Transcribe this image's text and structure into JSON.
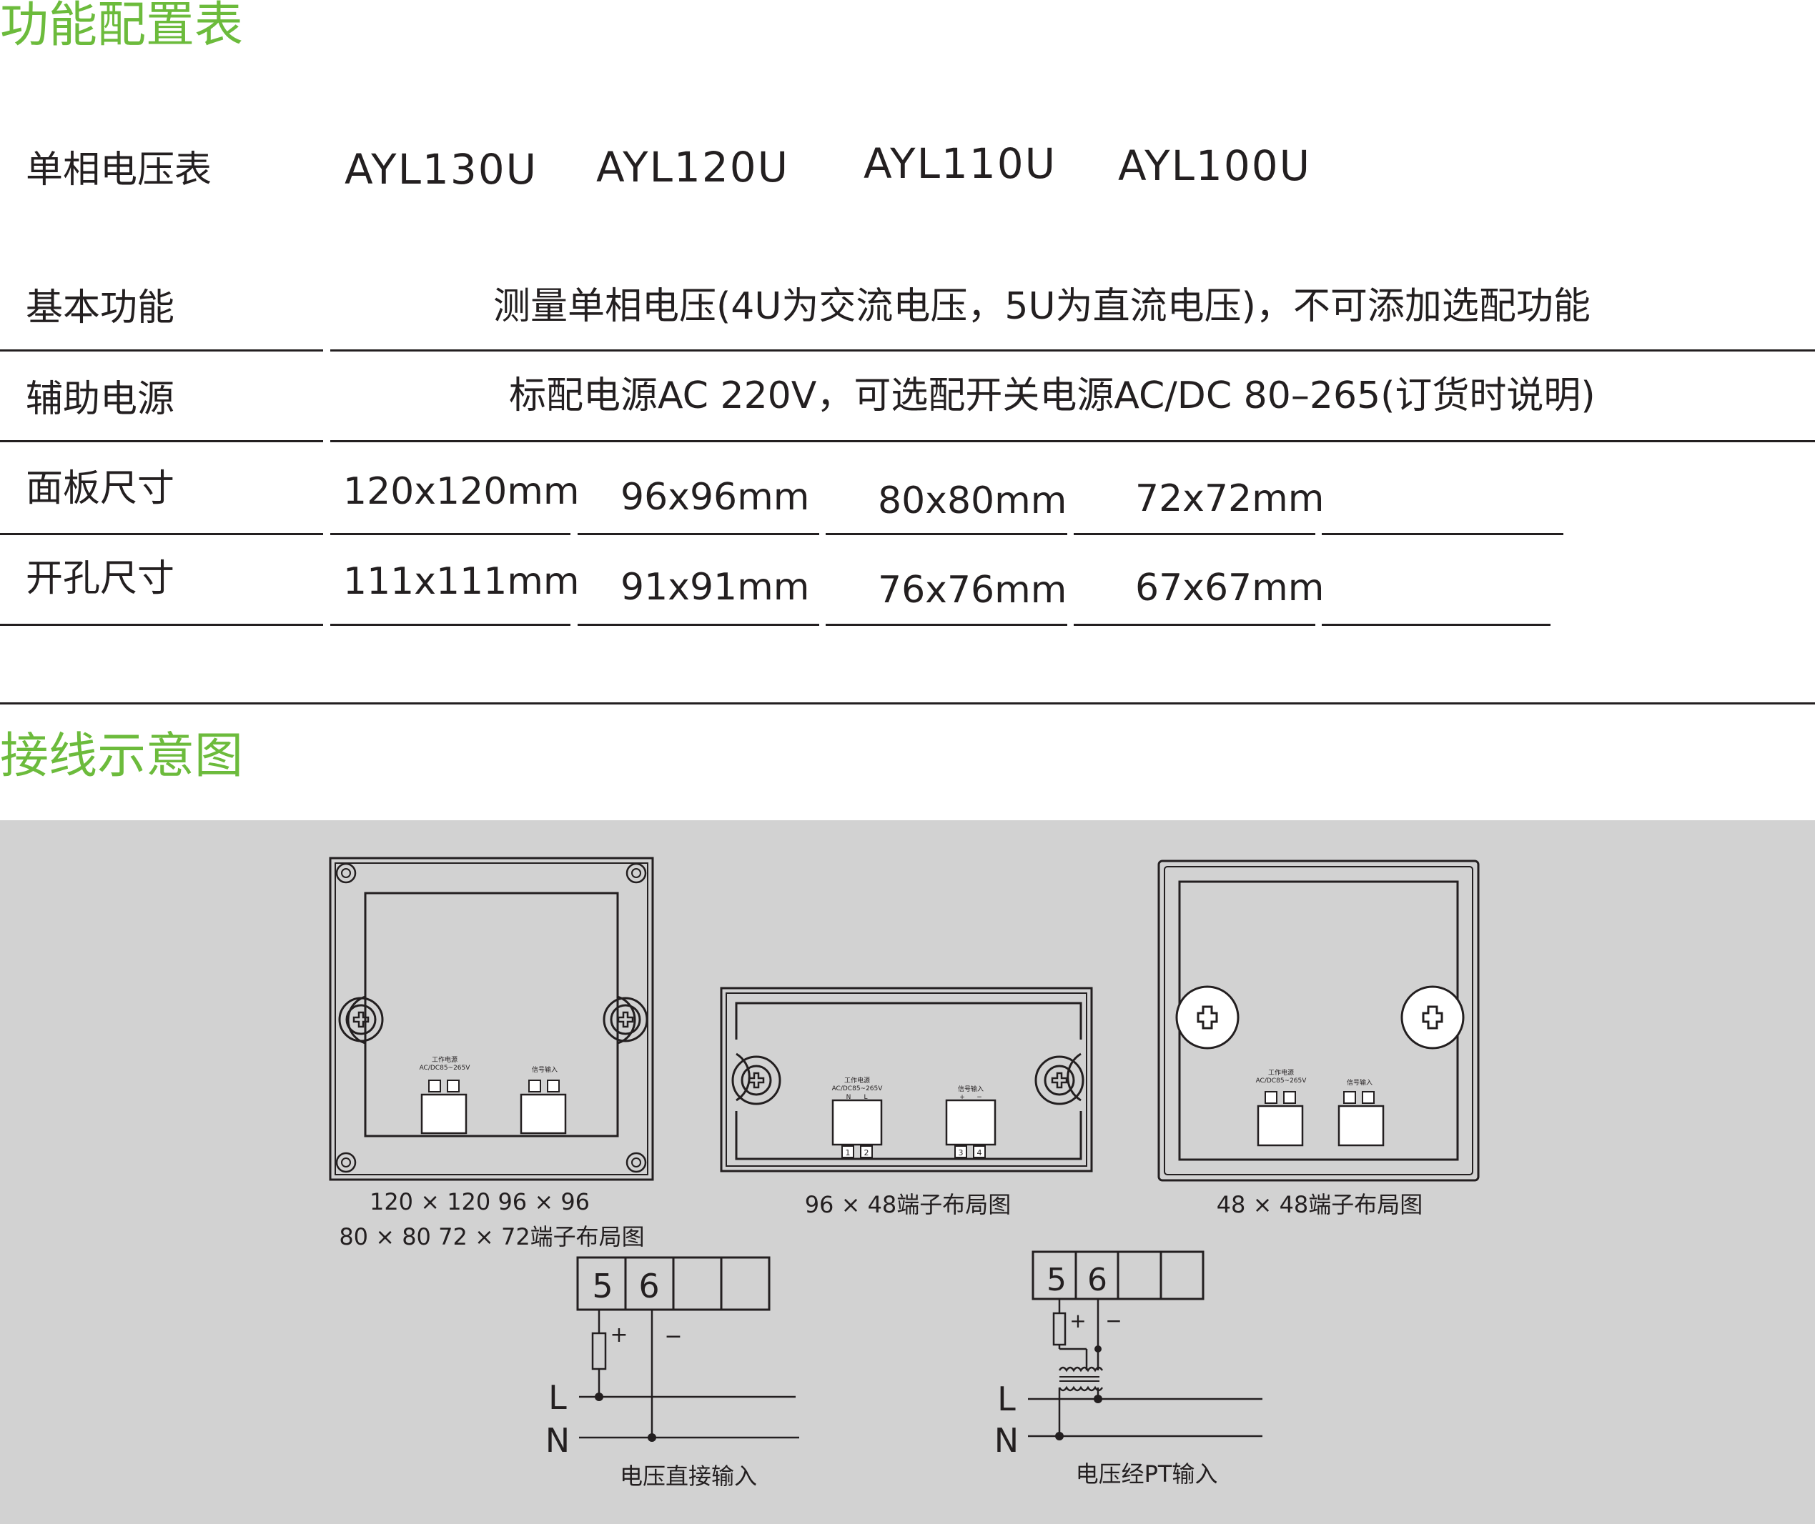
{
  "sections": {
    "config_title": "功能配置表",
    "wiring_title": "接线示意图"
  },
  "table": {
    "product_label": "单相电压表",
    "models": [
      "AYL130U",
      "AYL120U",
      "AYL110U",
      "AYL100U"
    ],
    "rows": [
      {
        "label": "基本功能",
        "span_value": "测量单相电压(4U为交流电压，5U为直流电压)，不可添加选配功能"
      },
      {
        "label": "辅助电源",
        "span_value": "标配电源AC 220V，可选配开关电源AC/DC 80–265(订货时说明)"
      },
      {
        "label": "面板尺寸",
        "values": [
          "120x120mm",
          "96x96mm",
          "80x80mm",
          "72x72mm"
        ]
      },
      {
        "label": "开孔尺寸",
        "values": [
          "111x111mm",
          "91x91mm",
          "76x76mm",
          "67x67mm"
        ]
      }
    ]
  },
  "diagrams": {
    "terminal_power_label": "工作电源",
    "terminal_power_range": "AC/DC85~265V",
    "terminal_signal_label": "信号输入",
    "terminal_n": "N",
    "terminal_l": "L",
    "terminal_plus": "+",
    "terminal_minus": "−",
    "pin_numbers": [
      "1",
      "2",
      "3",
      "4"
    ],
    "caption_large_line1": "120 × 120  96 × 96",
    "caption_large_line2": "80 × 80 72 × 72端子布局图",
    "caption_wide": "96 × 48端子布局图",
    "caption_small": "48 × 48端子布局图"
  },
  "wiring": {
    "terminals": [
      "5",
      "6"
    ],
    "line_l": "L",
    "line_n": "N",
    "plus": "+",
    "minus": "−",
    "caption_direct": "电压直接输入",
    "caption_pt": "电压经PT输入"
  },
  "colors": {
    "accent_green": "#6cbb3c",
    "text": "#231f20",
    "diagram_bg": "#d2d2d2"
  }
}
